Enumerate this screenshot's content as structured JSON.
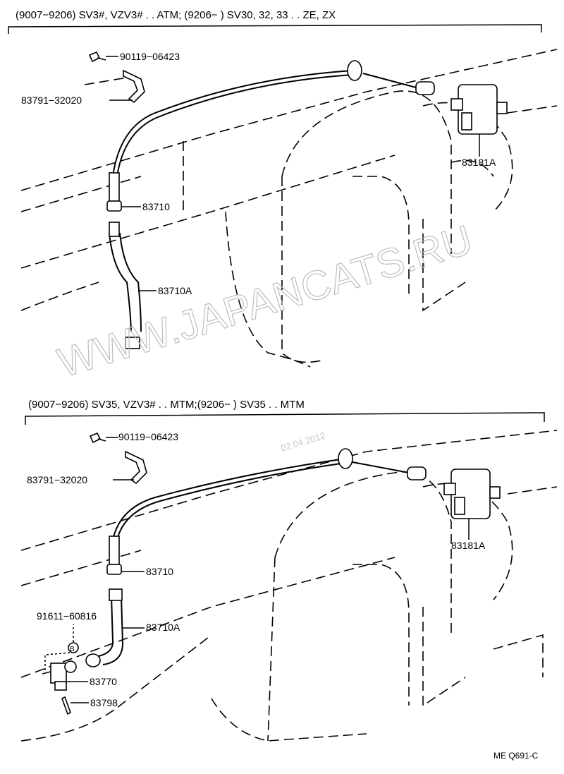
{
  "sections": [
    {
      "header": "(9007−9206) SV3#, VZV3# . . ATM; (9206−        ) SV30, 32, 33 . . ZE, ZX",
      "labels": {
        "bolt": "90119−06423",
        "bracket": "83791−32020",
        "cable_assembly": "83181A",
        "cable_inner": "83710",
        "cable_lower": "83710A"
      }
    },
    {
      "header": "(9007−9206) SV35, VZV3# . . MTM;(9206−        ) SV35 . . MTM",
      "labels": {
        "bolt": "90119−06423",
        "bracket": "83791−32020",
        "cable_assembly": "83181A",
        "cable_inner": "83710",
        "cable_lower": "83710A",
        "bolt_b": "91611−60816",
        "ref_b": "B",
        "drive_gear": "83770",
        "clip": "83798"
      }
    }
  ],
  "watermark": "WWW.JAPANCATS.RU",
  "watermark_date": "02.04.2012",
  "footer_code": "ME Q691-C"
}
